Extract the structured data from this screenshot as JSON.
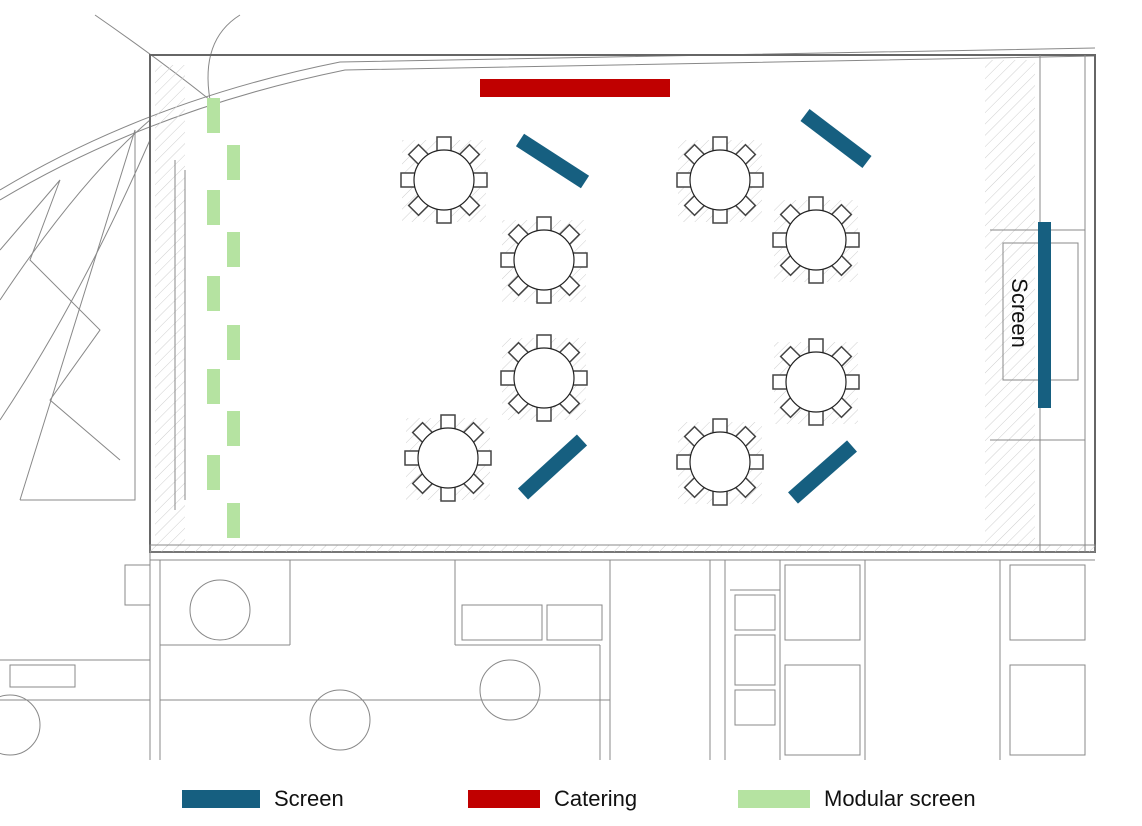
{
  "plan": {
    "screen_label": "Screen"
  },
  "legend": [
    {
      "label": "Screen",
      "color": "#165F80"
    },
    {
      "label": "Catering",
      "color": "#C00000"
    },
    {
      "label": "Modular screen",
      "color": "#B5E3A1"
    }
  ],
  "colors": {
    "screen": "#165F80",
    "catering": "#C00000",
    "modular": "#B5E3A1",
    "wall": "#777777",
    "hatch": "#C8C8C8"
  }
}
